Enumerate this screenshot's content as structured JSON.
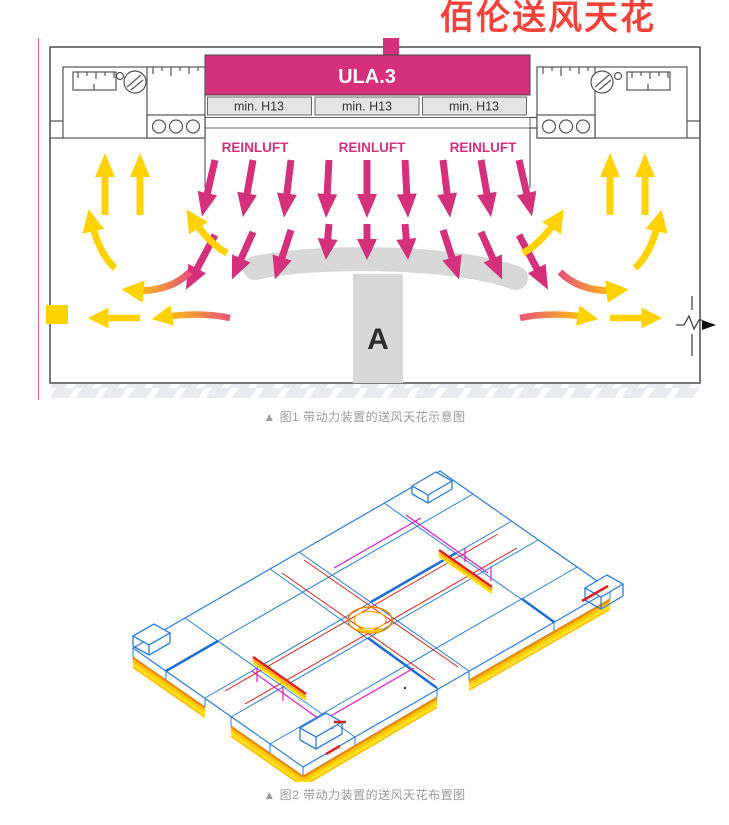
{
  "page": {
    "title": "佰伦送风天花",
    "title_color": "#f4423b"
  },
  "figure1": {
    "caption": "▲ 图1 带动力装置的送风天花示意图",
    "unit_label": "ULA.3",
    "filters": [
      "min. H13",
      "min. H13",
      "min. H13"
    ],
    "air_labels": [
      "REINLUFT",
      "REINLUFT",
      "REINLUFT"
    ],
    "zone_label": "A",
    "colors": {
      "pink": "#d4307c",
      "yellow": "#ffd200",
      "table_gray": "#d8d8d8",
      "filter_gray": "#e4e4e4"
    }
  },
  "figure2": {
    "caption": "▲ 图2 带动力装置的送风天花布置图",
    "colors": {
      "blue": "#2b7de0",
      "blue_bold": "#1f6fd6",
      "magenta": "#e617c8",
      "red": "#d62422",
      "band_yellow": "#ffc400",
      "band_orange": "#f08c00",
      "ring_orange": "#f08400"
    }
  }
}
